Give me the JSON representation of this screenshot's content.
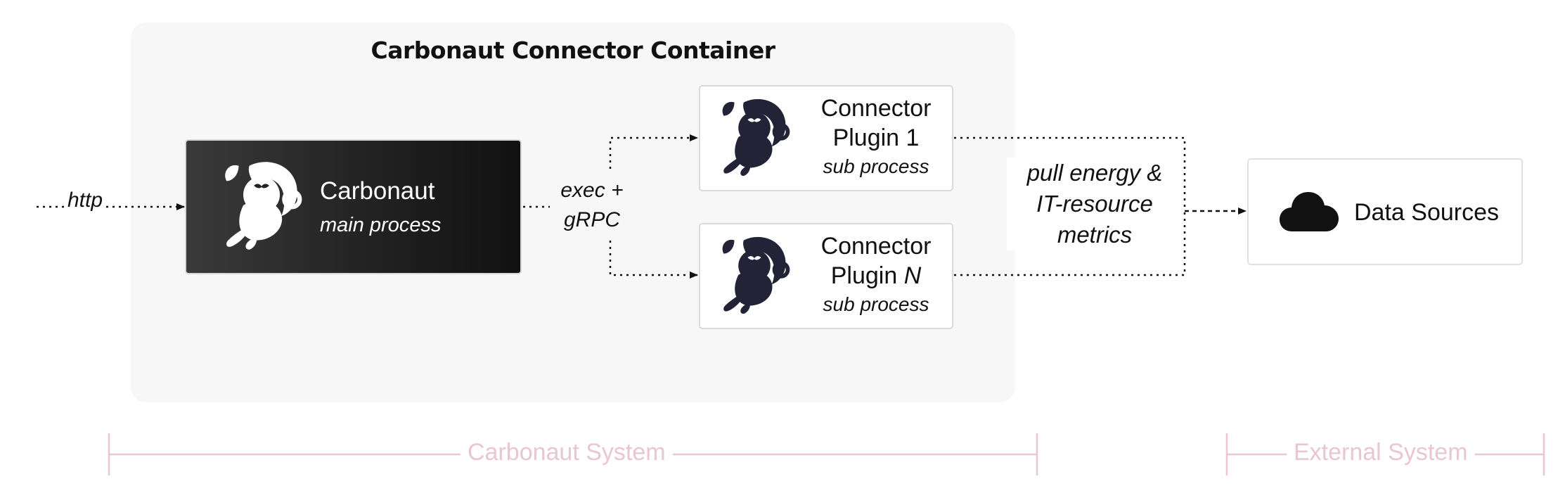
{
  "diagram": {
    "container_title": "Carbonaut Connector Container",
    "main_process": {
      "title": "Carbonaut",
      "subtitle": "main process"
    },
    "plugin_1": {
      "title_line1": "Connector",
      "title_line2": "Plugin 1",
      "subtitle": "sub process"
    },
    "plugin_n": {
      "title_line1": "Connector",
      "title_line2_prefix": "Plugin ",
      "title_line2_var": "N",
      "subtitle": "sub process"
    },
    "data_sources": {
      "label": "Data Sources",
      "icon": "cloud-icon"
    },
    "edge_labels": {
      "http": "http",
      "exec_line1": "exec +",
      "exec_line2": "gRPC",
      "pull_line1": "pull energy &",
      "pull_line2": "IT-resource",
      "pull_line3": "metrics"
    },
    "system_brackets": {
      "carbonaut": "Carbonaut System",
      "external": "External System"
    },
    "colors": {
      "container_background": "#f7f7f7",
      "main_box_background": "#222222",
      "mascot_dark": "#232338",
      "bracket_pink": "#e8c6d3"
    }
  }
}
